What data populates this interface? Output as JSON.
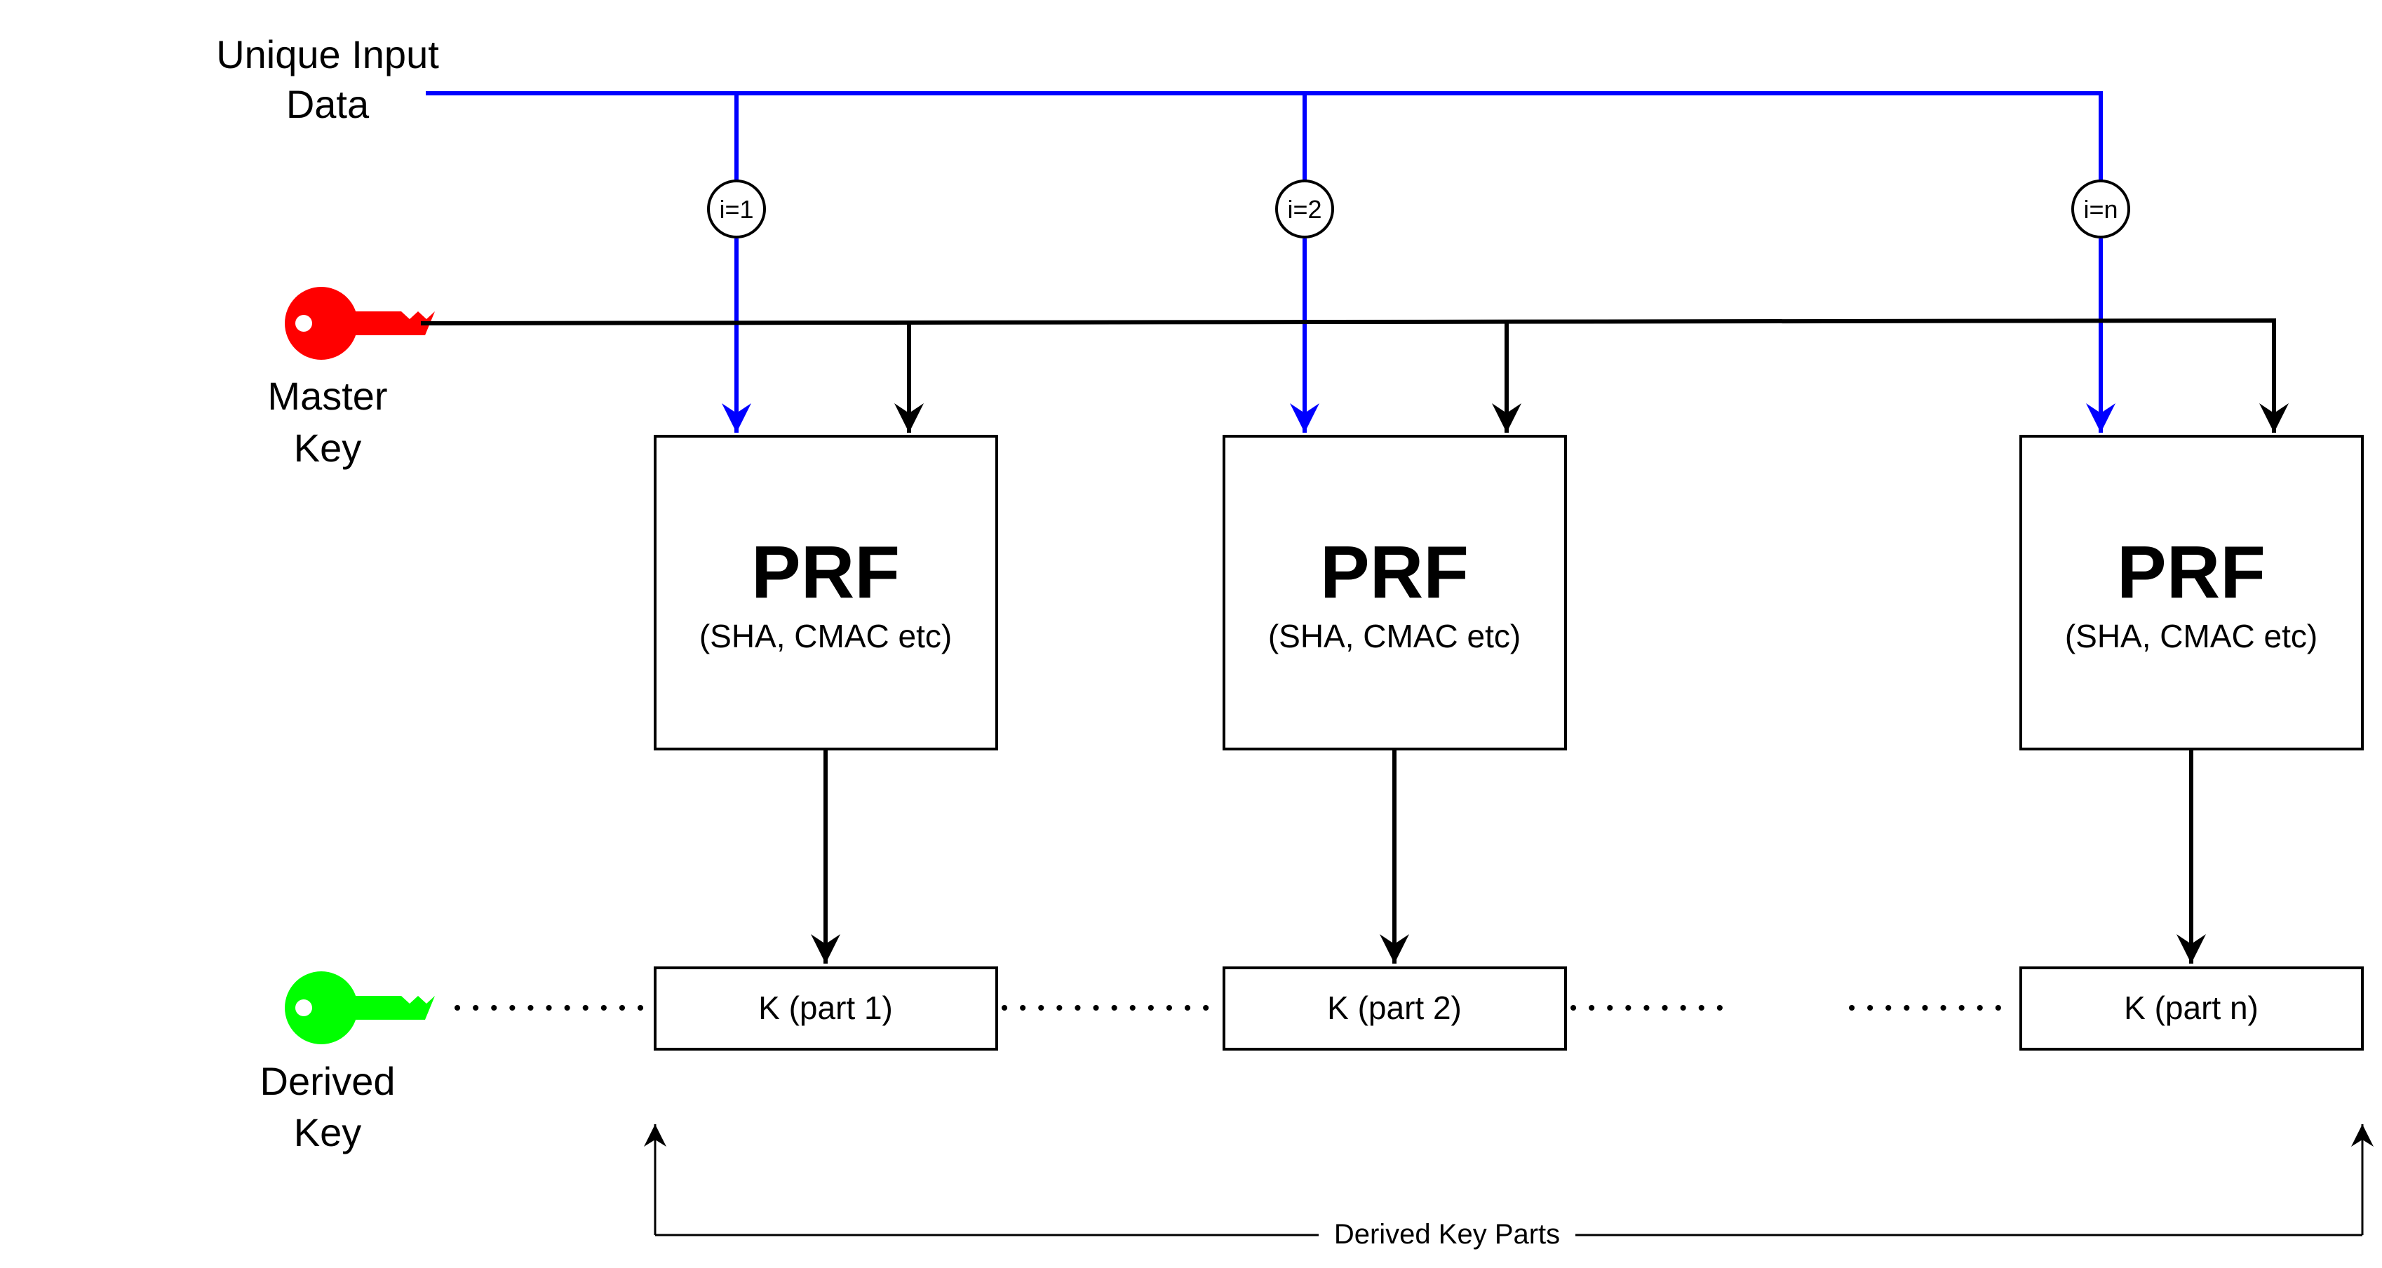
{
  "labels": {
    "input_line1": "Unique Input",
    "input_line2": "Data",
    "master_line1": "Master",
    "master_line2": "Key",
    "derived_line1": "Derived",
    "derived_line2": "Key",
    "parts_caption": "Derived Key Parts"
  },
  "counters": [
    "i=1",
    "i=2",
    "i=n"
  ],
  "prf_blocks": [
    {
      "title": "PRF",
      "subtitle": "(SHA, CMAC etc)",
      "output": "K (part 1)"
    },
    {
      "title": "PRF",
      "subtitle": "(SHA, CMAC etc)",
      "output": "K (part 2)"
    },
    {
      "title": "PRF",
      "subtitle": "(SHA, CMAC etc)",
      "output": "K (part n)"
    }
  ],
  "colors": {
    "input_line": "#0000ff",
    "master_key": "#ff0000",
    "derived_key": "#00ff00",
    "stroke": "#000000"
  },
  "icons": {
    "master_key": "key-icon",
    "derived_key": "key-icon"
  }
}
